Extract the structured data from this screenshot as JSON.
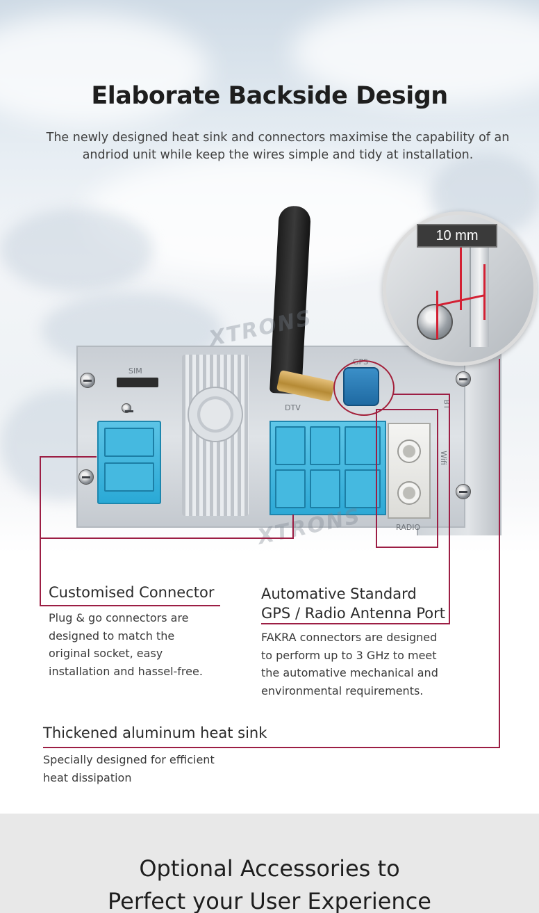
{
  "header": {
    "title": "Elaborate Backside Design",
    "subtitle": "The newly designed heat sink and connectors maximise the capability of an andriod unit while keep the wires simple and tidy at installation."
  },
  "illustration": {
    "zoom_measurement": "10 mm",
    "watermark": "XTRONS",
    "port_labels": {
      "sim": "SIM",
      "dtv": "DTV",
      "gps": "GPS",
      "radio": "RADIO",
      "bt": "BT",
      "wifi": "Wifi"
    },
    "accent_color": "#9c1e44",
    "dimension_color": "#d32033"
  },
  "features": [
    {
      "title": "Customised Connector",
      "description_lines": [
        "Plug & go connectors are",
        "designed to match the",
        "original socket, easy",
        "installation and hassel-free."
      ]
    },
    {
      "title_lines": [
        "Automative Standard",
        "GPS / Radio Antenna Port"
      ],
      "description_lines": [
        "FAKRA connectors are designed",
        "to perform up to 3 GHz to meet",
        "the automative mechanical and",
        "environmental requirements."
      ]
    },
    {
      "title": "Thickened aluminum heat sink",
      "description_lines": [
        "Specially designed for efficient",
        "heat dissipation"
      ]
    }
  ],
  "bottom": {
    "title_lines": [
      "Optional Accessories to",
      "Perfect your User Experience"
    ]
  }
}
